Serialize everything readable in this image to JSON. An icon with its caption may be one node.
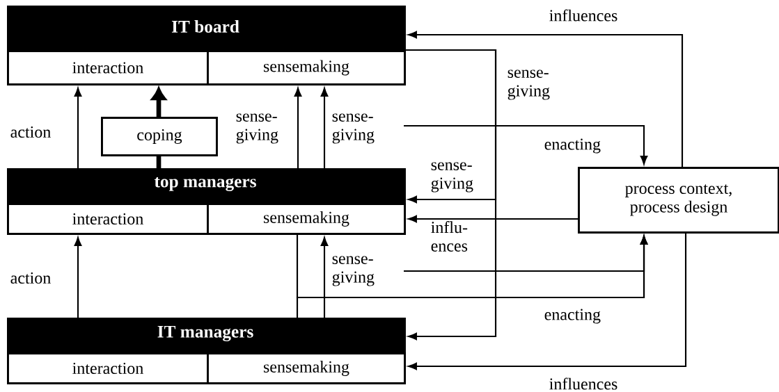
{
  "diagram": {
    "nodes": [
      {
        "text": [
          "IT board"
        ]
      },
      {
        "text": [
          "interaction"
        ],
        "in": 0
      },
      {
        "text": [
          "sensemaking"
        ],
        "in": 0
      },
      {
        "text": [
          "top managers"
        ]
      },
      {
        "text": [
          "interaction"
        ],
        "in": 3
      },
      {
        "text": [
          "sensemaking"
        ],
        "in": 3
      },
      {
        "text": [
          "IT managers"
        ]
      },
      {
        "text": [
          "interaction"
        ],
        "in": 6
      },
      {
        "text": [
          "sensemaking"
        ],
        "in": 6
      },
      {
        "text": [
          "coping"
        ]
      },
      {
        "text": [
          "process context, process design"
        ]
      }
    ],
    "edges": [
      {
        "from": 3,
        "to": 1,
        "arrow": "to",
        "label": "action"
      },
      {
        "from": 3,
        "to": 9,
        "arrow": "none",
        "style": "thick"
      },
      {
        "from": 9,
        "to": 1,
        "arrow": "to",
        "style": "thick"
      },
      {
        "from": 3,
        "to": 2,
        "arrow": "to",
        "label": "sense- giving"
      },
      {
        "from": 3,
        "to": 2,
        "arrow": "to",
        "label": "sense- giving"
      },
      {
        "from": 6,
        "to": 4,
        "arrow": "to",
        "label": "action"
      },
      {
        "from": 6,
        "to": 5,
        "arrow": "to",
        "label": "sense- giving"
      },
      {
        "from": 0,
        "to": 6,
        "arrow": "to",
        "label": "sense- giving"
      },
      {
        "from": 0,
        "to": 3,
        "arrow": "to",
        "label": "sense- giving"
      },
      {
        "from": null,
        "to": 10,
        "arrow": "to",
        "label": "enacting"
      },
      {
        "from": 10,
        "to": 0,
        "arrow": "to",
        "label": "influences"
      },
      {
        "from": 10,
        "to": 5,
        "arrow": "to",
        "label": "influ- ences"
      },
      {
        "from": null,
        "to": 10,
        "arrow": "to"
      },
      {
        "from": 5,
        "to": 10,
        "arrow": "to"
      },
      {
        "from": 6,
        "to": 10,
        "arrow": "to",
        "label": "enacting"
      },
      {
        "from": 10,
        "to": 8,
        "arrow": "to",
        "label": "influences"
      }
    ]
  }
}
